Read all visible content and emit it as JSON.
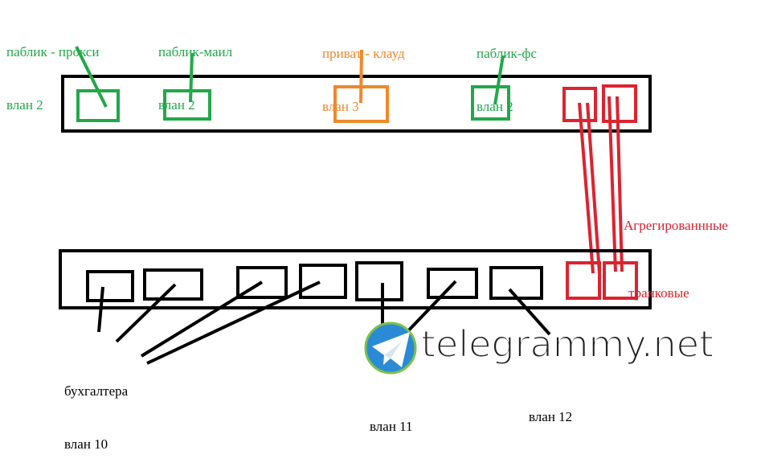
{
  "colors": {
    "green": "#22a84a",
    "orange": "#f0882a",
    "red": "#dc2330",
    "black": "#000000"
  },
  "top_switch": {
    "labels": [
      {
        "line1": "паблик - прокси",
        "line2": "влан 2",
        "color": "green"
      },
      {
        "line1": "паблик-маил",
        "line2": "влан 2",
        "color": "green"
      },
      {
        "line1": "приват - клауд",
        "line2": "влан 3",
        "color": "orange"
      },
      {
        "line1": "паблик-фс",
        "line2": "влан 2",
        "color": "green"
      }
    ]
  },
  "trunk_label": {
    "line1": "Агрегированнные",
    "line2": "транковые",
    "color": "red"
  },
  "bottom_switch": {
    "labels": [
      {
        "line1": "бухгалтера",
        "line2": "влан 10"
      },
      {
        "line1": "",
        "line2": "влан 11"
      },
      {
        "line1": "",
        "line2": "влан 12"
      }
    ]
  },
  "watermark": {
    "text": "telegrammy.net",
    "icon": "telegram-plane-icon"
  }
}
